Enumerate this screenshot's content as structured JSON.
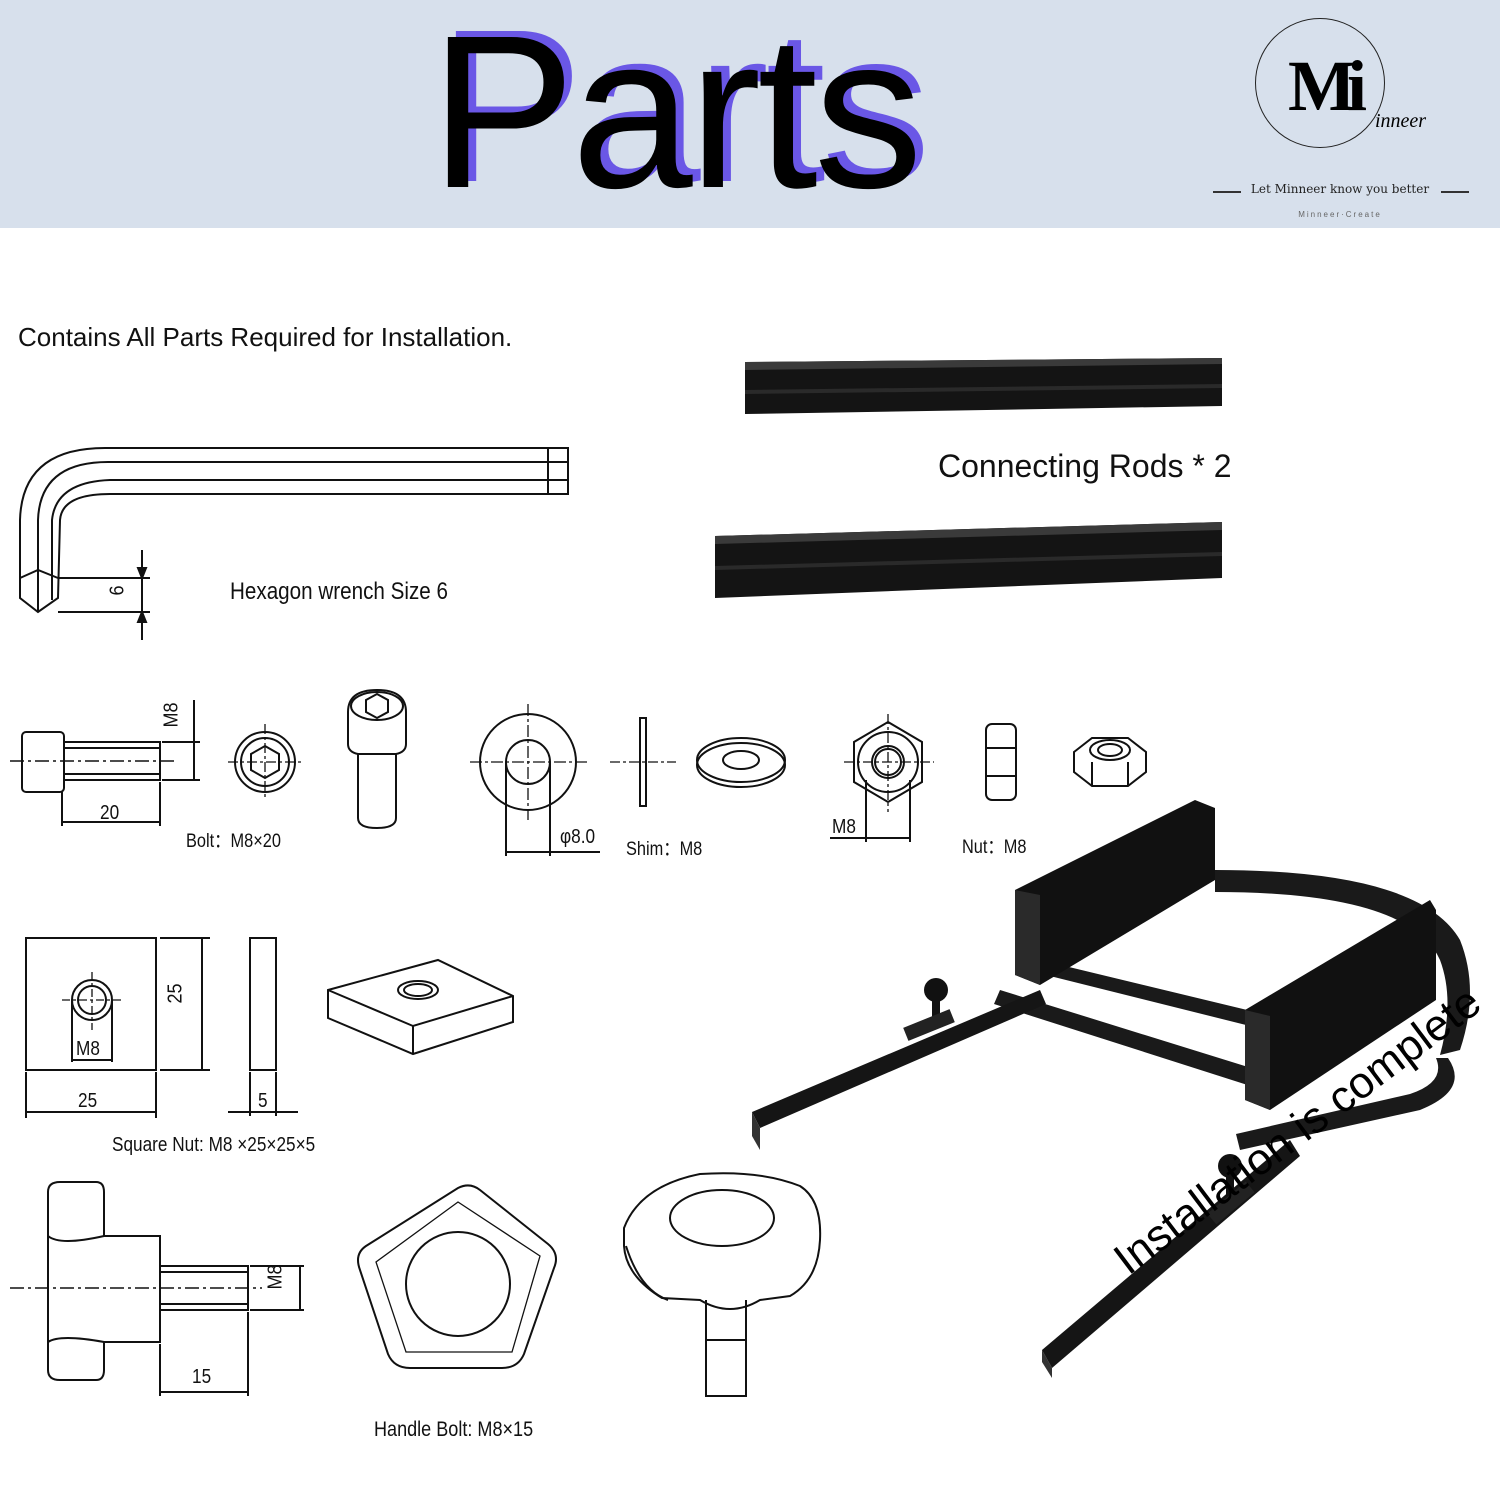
{
  "header": {
    "title": "Parts",
    "colors": {
      "banner_bg": "#d7e0ec",
      "title_shadow": "#6a57e6",
      "title": "#000000"
    }
  },
  "logo": {
    "mark_m": "M",
    "mark_i": "i",
    "wordmark": "inneer",
    "tagline": "Let Minneer know you better",
    "sub": "Minneer·Create"
  },
  "intro": "Contains All Parts Required for Installation.",
  "parts": {
    "wrench": {
      "label": "Hexagon wrench  Size 6",
      "dim": "6"
    },
    "rods": {
      "label": "Connecting Rods * 2"
    },
    "bolt": {
      "label": "Bolt：M8×20",
      "dim_len": "20",
      "dim_thread": "M8"
    },
    "shim": {
      "label": "Shim：M8",
      "dim": "φ8.0"
    },
    "nut": {
      "label": "Nut：M8",
      "dim": "M8"
    },
    "square_nut": {
      "label": "Square Nut:  M8 ×25×25×5",
      "dim_w": "25",
      "dim_h": "25",
      "dim_t": "5",
      "dim_hole": "M8"
    },
    "handle_bolt": {
      "label": "Handle Bolt: M8×15",
      "dim_len": "15",
      "dim_thread": "M8"
    }
  },
  "assembly": {
    "label": "Installation is complete"
  }
}
